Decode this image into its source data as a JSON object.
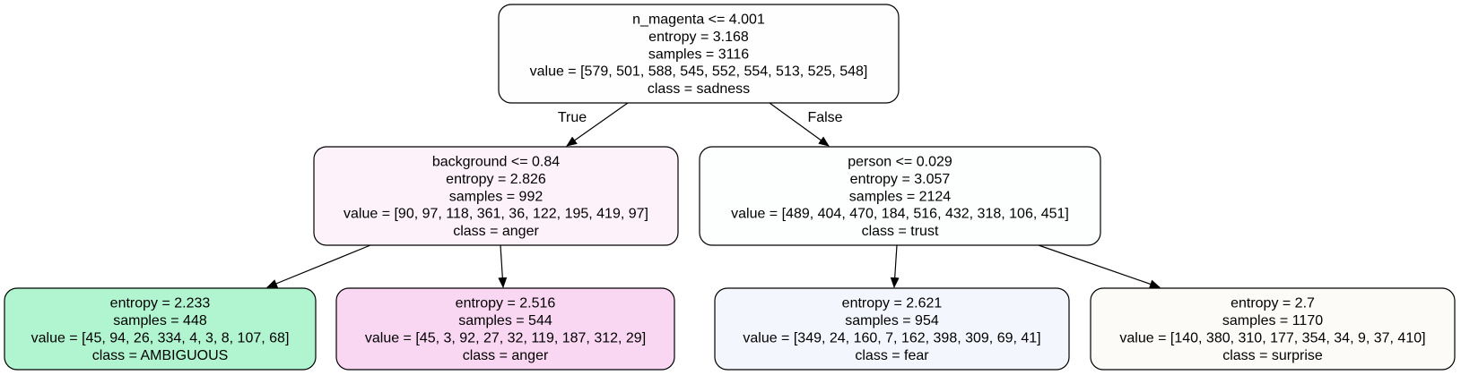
{
  "nodes": [
    {
      "id": "root",
      "fill": "#fefefe",
      "lines": [
        "n_magenta <= 4.001",
        "entropy = 3.168",
        "samples = 3116",
        "value = [579, 501, 588, 545, 552, 554, 513, 525, 548]",
        "class = sadness"
      ]
    },
    {
      "id": "left",
      "fill": "#fdf2fa",
      "lines": [
        "background <= 0.84",
        "entropy = 2.826",
        "samples = 992",
        "value = [90, 97, 118, 361, 36, 122, 195, 419, 97]",
        "class = anger"
      ]
    },
    {
      "id": "right",
      "fill": "#fcfffe",
      "lines": [
        "person <= 0.029",
        "entropy = 3.057",
        "samples = 2124",
        "value = [489, 404, 470, 184, 516, 432, 318, 106, 451]",
        "class = trust"
      ]
    },
    {
      "id": "leaf1",
      "fill": "#b1f5d0",
      "lines": [
        "entropy = 2.233",
        "samples = 448",
        "value = [45, 94, 26, 334, 4, 3, 8, 107, 68]",
        "class = AMBIGUOUS"
      ]
    },
    {
      "id": "leaf2",
      "fill": "#f9d6f1",
      "lines": [
        "entropy = 2.516",
        "samples = 544",
        "value = [45, 3, 92, 27, 32, 119, 187, 312, 29]",
        "class = anger"
      ]
    },
    {
      "id": "leaf3",
      "fill": "#f4f6fd",
      "lines": [
        "entropy = 2.621",
        "samples = 954",
        "value = [349, 24, 160, 7, 162, 398, 309, 69, 41]",
        "class = fear"
      ]
    },
    {
      "id": "leaf4",
      "fill": "#fcfbf8",
      "lines": [
        "entropy = 2.7",
        "samples = 1170",
        "value = [140, 380, 310, 177, 354, 34, 9, 37, 410]",
        "class = surprise"
      ]
    }
  ],
  "edges": [
    {
      "from": "root",
      "to": "left",
      "label": "True"
    },
    {
      "from": "root",
      "to": "right",
      "label": "False"
    },
    {
      "from": "left",
      "to": "leaf1",
      "label": ""
    },
    {
      "from": "left",
      "to": "leaf2",
      "label": ""
    },
    {
      "from": "right",
      "to": "leaf3",
      "label": ""
    },
    {
      "from": "right",
      "to": "leaf4",
      "label": ""
    }
  ]
}
